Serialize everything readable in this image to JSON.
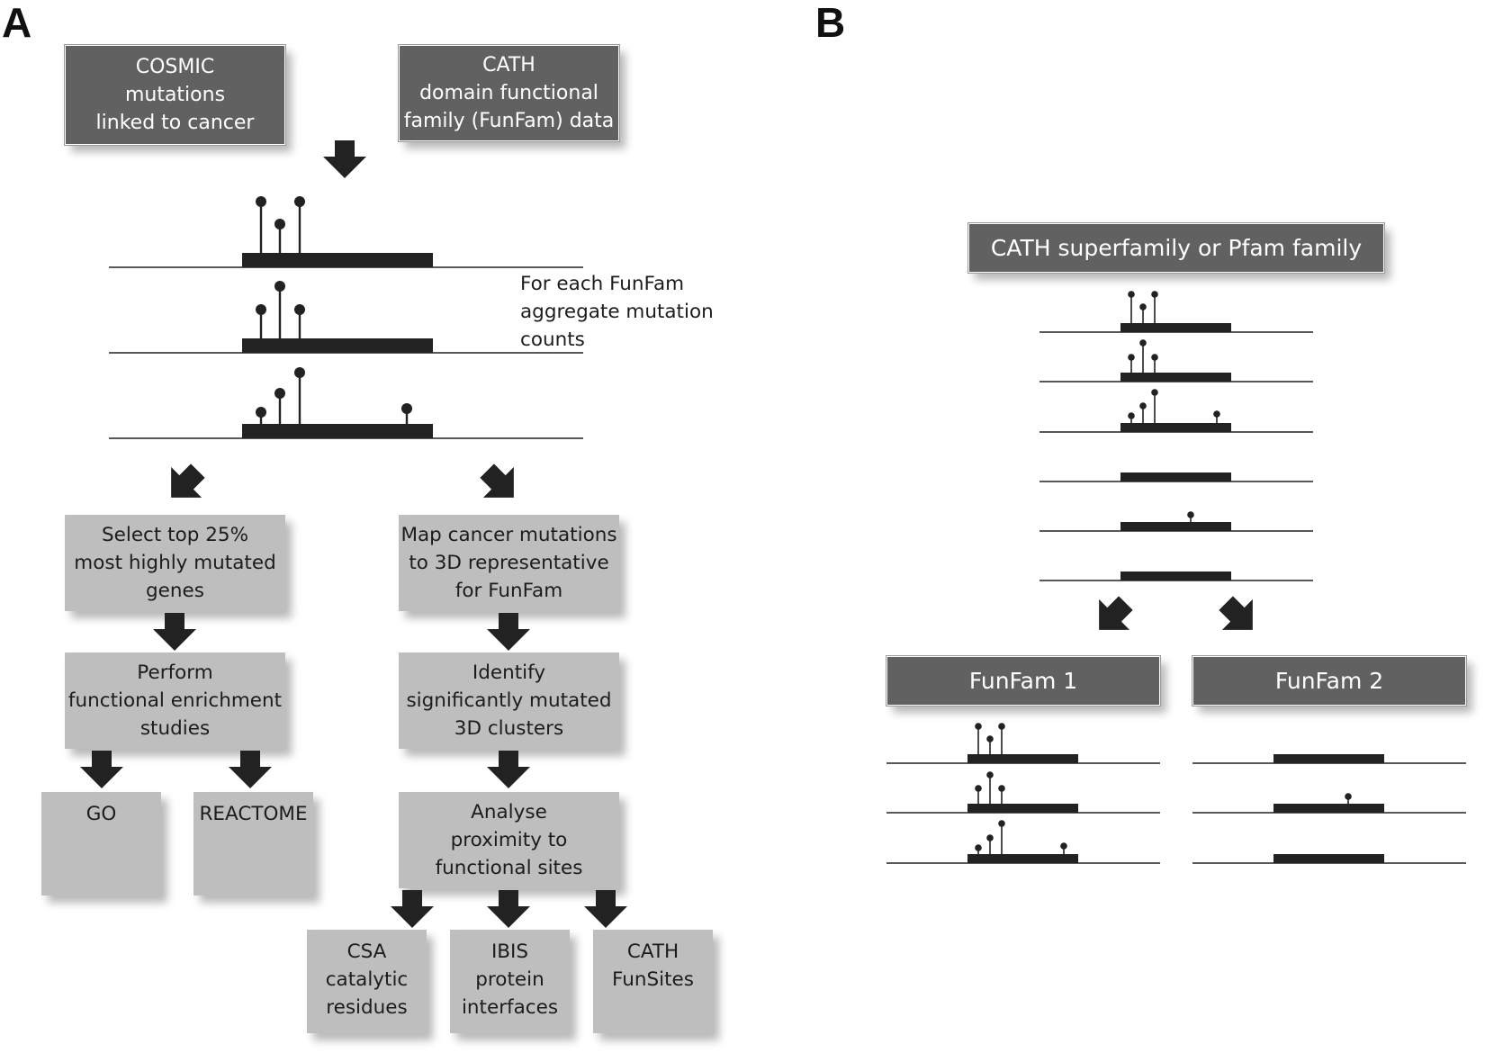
{
  "panels": {
    "a": {
      "letter": "A"
    },
    "b": {
      "letter": "B"
    }
  },
  "panel_a": {
    "cosmic_box": [
      "COSMIC",
      "mutations",
      "linked to cancer"
    ],
    "cath_box": [
      "CATH",
      "domain functional",
      "family (FunFam) data"
    ],
    "aggregate_note": [
      "For each FunFam",
      "aggregate mutation",
      "counts"
    ],
    "select_box": [
      "Select top 25%",
      "most highly mutated",
      "genes"
    ],
    "map_box": [
      "Map cancer mutations",
      "to 3D representative",
      "for FunFam"
    ],
    "enrichment_box": [
      "Perform",
      "functional enrichment",
      "studies"
    ],
    "clusters_box": [
      "Identify",
      "significantly mutated",
      "3D clusters"
    ],
    "go_box": [
      "GO"
    ],
    "reactome_box": [
      "REACTOME"
    ],
    "proximity_box": [
      "Analyse",
      "proximity to",
      "functional sites"
    ],
    "csa_box": [
      "CSA",
      "catalytic",
      "residues"
    ],
    "ibis_box": [
      "IBIS",
      "protein",
      "interfaces"
    ],
    "funsites_box": [
      "CATH",
      "FunSites"
    ]
  },
  "panel_b": {
    "superfamily_box": [
      "CATH superfamily or Pfam family"
    ],
    "funfam1_box": [
      "FunFam 1"
    ],
    "funfam2_box": [
      "FunFam 2"
    ]
  },
  "colors": {
    "dark_box": "#616161",
    "light_box": "#bebebe",
    "ink": "#222222"
  }
}
